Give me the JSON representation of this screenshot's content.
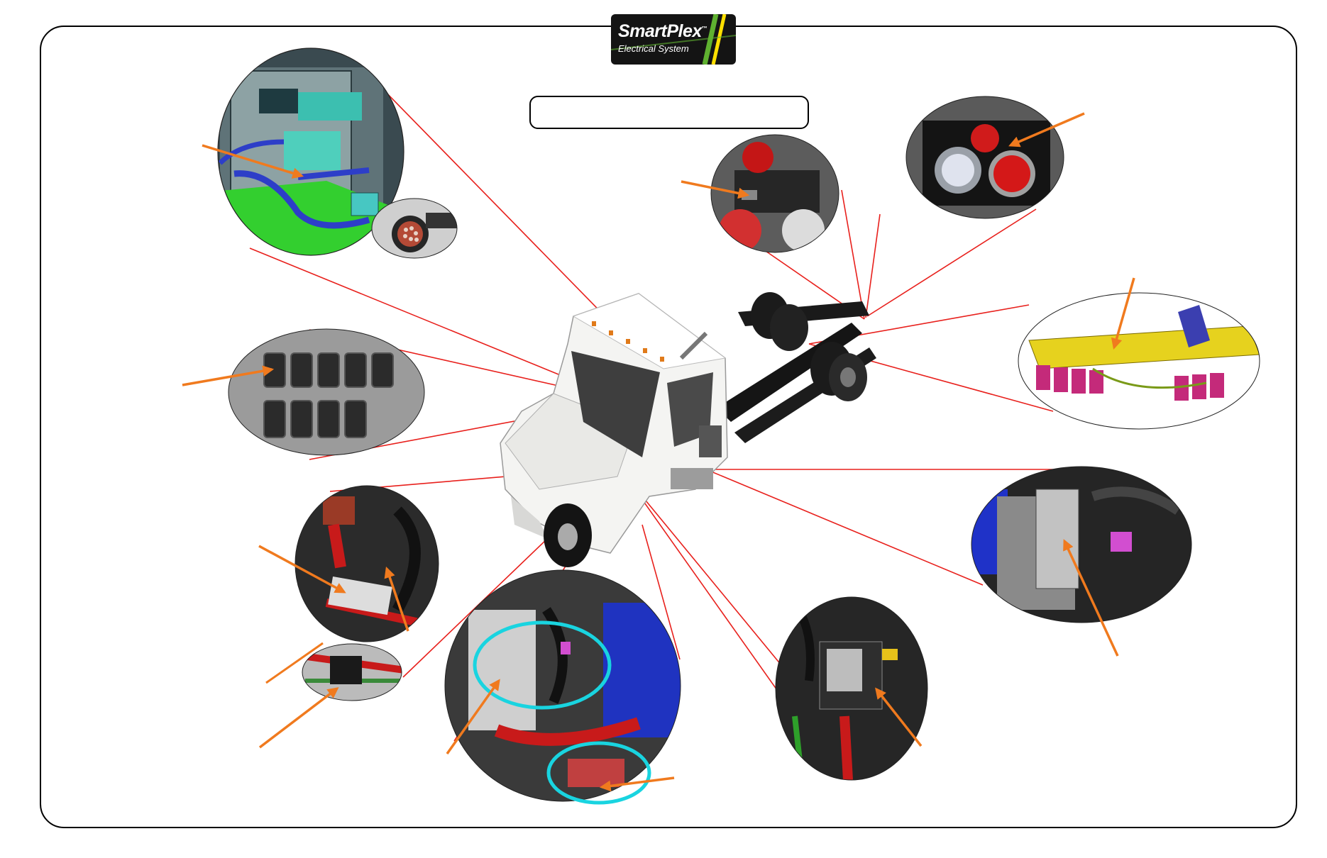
{
  "logo": {
    "brand": "SmartPlex",
    "trademark": "™",
    "subtitle": "Electrical System",
    "colors": {
      "background": "#141414",
      "stripe_green": "#5fb130",
      "stripe_yellow": "#ffe000"
    }
  },
  "title_box": {
    "text": ""
  },
  "colors": {
    "leader_line": "#e8201c",
    "arrow": "#f07a1e",
    "highlight_ring": "#19d4e0",
    "frame": "#000000",
    "truck_cab": "#f4f4f2",
    "chassis": "#111111"
  },
  "callouts": [
    {
      "id": "cab-electrical-panel",
      "icon": "cad-module-photo"
    },
    {
      "id": "round-connector",
      "icon": "connector-photo"
    },
    {
      "id": "rocker-switches",
      "icon": "switch-panel-photo"
    },
    {
      "id": "rear-light-panel",
      "icon": "tail-light-photo"
    },
    {
      "id": "trailer-lights",
      "icon": "tail-light-closeup-photo"
    },
    {
      "id": "power-distribution-bar",
      "icon": "cad-busbar-photo"
    },
    {
      "id": "chassis-module",
      "icon": "module-photo"
    },
    {
      "id": "harness-connector",
      "icon": "harness-photo"
    },
    {
      "id": "inline-connector",
      "icon": "connector-closeup-photo"
    },
    {
      "id": "engine-compartment",
      "icon": "engine-photo"
    },
    {
      "id": "relay-box",
      "icon": "relay-photo"
    }
  ]
}
